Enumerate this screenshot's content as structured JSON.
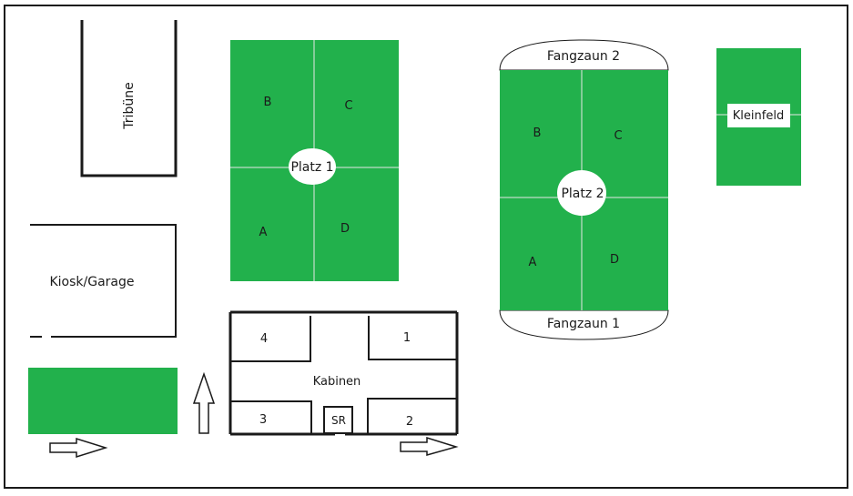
{
  "colors": {
    "field": "#22b14c",
    "line": "#1a1a1a",
    "field_line": "#e6e6e6",
    "background": "#ffffff"
  },
  "labels": {
    "tribune": "Tribüne",
    "kiosk": "Kiosk/Garage",
    "platz1": "Platz 1",
    "platz2": "Platz 2",
    "fangzaun1": "Fangzaun 1",
    "fangzaun2": "Fangzaun 2",
    "kleinfeld": "Kleinfeld",
    "kabinen": "Kabinen",
    "sr": "SR",
    "cabin_1": "1",
    "cabin_2": "2",
    "cabin_3": "3",
    "cabin_4": "4",
    "p1_a": "A",
    "p1_b": "B",
    "p1_c": "C",
    "p1_d": "D",
    "p2_a": "A",
    "p2_b": "B",
    "p2_c": "C",
    "p2_d": "D"
  },
  "icons": {
    "arrow_right": "arrow-right-icon",
    "arrow_up": "arrow-up-icon"
  }
}
